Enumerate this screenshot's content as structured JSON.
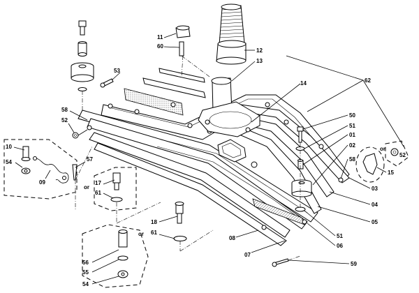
{
  "parts": [
    {
      "id": "p10",
      "label": "10"
    },
    {
      "id": "p54a",
      "label": "54"
    },
    {
      "id": "p09",
      "label": "09"
    },
    {
      "id": "p57",
      "label": "57"
    },
    {
      "id": "p52a",
      "label": "52"
    },
    {
      "id": "p58a",
      "label": "58"
    },
    {
      "id": "p17",
      "label": "17"
    },
    {
      "id": "p61a",
      "label": "61"
    },
    {
      "id": "p18",
      "label": "18"
    },
    {
      "id": "p61b",
      "label": "61"
    },
    {
      "id": "p56",
      "label": "56"
    },
    {
      "id": "p55",
      "label": "55"
    },
    {
      "id": "p54b",
      "label": "54"
    },
    {
      "id": "p53",
      "label": "53"
    },
    {
      "id": "p11",
      "label": "11"
    },
    {
      "id": "p60",
      "label": "60"
    },
    {
      "id": "p12",
      "label": "12"
    },
    {
      "id": "p13",
      "label": "13"
    },
    {
      "id": "p14",
      "label": "14"
    },
    {
      "id": "p62",
      "label": "62"
    },
    {
      "id": "p50",
      "label": "50"
    },
    {
      "id": "p51a",
      "label": "51"
    },
    {
      "id": "p01",
      "label": "01"
    },
    {
      "id": "p02",
      "label": "02"
    },
    {
      "id": "p58b",
      "label": "58"
    },
    {
      "id": "p03",
      "label": "03"
    },
    {
      "id": "p04",
      "label": "04"
    },
    {
      "id": "p05",
      "label": "05"
    },
    {
      "id": "p51b",
      "label": "51"
    },
    {
      "id": "p06",
      "label": "06"
    },
    {
      "id": "p07",
      "label": "07"
    },
    {
      "id": "p08",
      "label": "08"
    },
    {
      "id": "p59",
      "label": "59"
    },
    {
      "id": "p15",
      "label": "15"
    },
    {
      "id": "p52b",
      "label": "52"
    }
  ],
  "or_labels": [
    "or",
    "or",
    "or"
  ]
}
